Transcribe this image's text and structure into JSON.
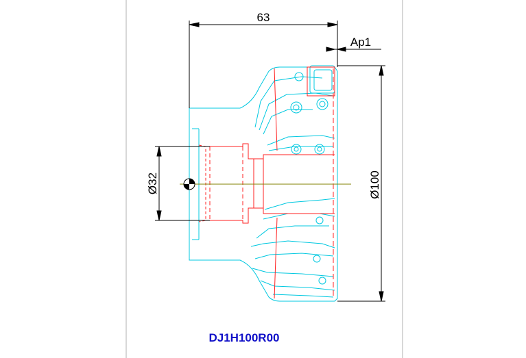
{
  "drawing": {
    "dimensions": {
      "length": "63",
      "ap": "Ap1",
      "bore": "Ø32",
      "diameter": "Ø100"
    },
    "model_code": "DJ1H100R00"
  },
  "colors": {
    "outline": "#00c8e0",
    "section": "#ff2020",
    "dimension": "#000000",
    "title": "#1010c8",
    "frame": "#b0b0b0",
    "centerline": "#808000"
  }
}
